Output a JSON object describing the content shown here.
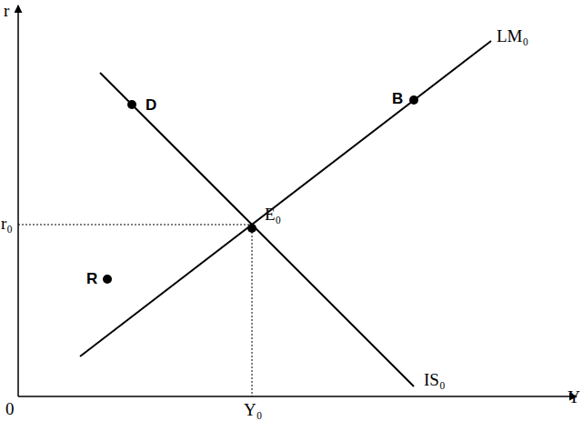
{
  "diagram": {
    "labels": [
      "r",
      "Y",
      "0",
      "r₀",
      "Y₀",
      "LM₀",
      "IS₀",
      "E₀",
      "D",
      "B",
      "R"
    ]
  }
}
